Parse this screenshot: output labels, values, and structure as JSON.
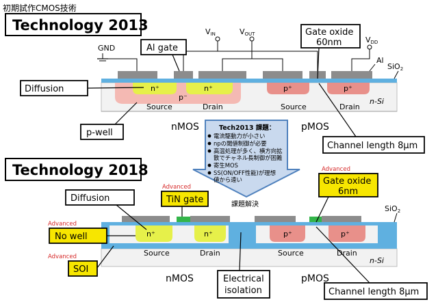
{
  "header": {
    "caption": "初期試作CMOS技術"
  },
  "tech2013": {
    "title": "Technology 2013",
    "callouts": {
      "al_gate": "Al gate",
      "gate_oxide_line1": "Gate oxide",
      "gate_oxide_line2": "60nm",
      "diffusion": "Diffusion",
      "p_well": "p-well",
      "channel_length": "Channel length 8μm"
    },
    "labels": {
      "gnd": "GND",
      "vin": "V",
      "vin_sub": "IN",
      "vout": "V",
      "vout_sub": "OUT",
      "vdd": "V",
      "vdd_sub": "DD",
      "al": "Al",
      "sio2": "SiO",
      "sio2_sub": "2",
      "n_si": "n-Si",
      "source_n": "Source",
      "drain_n": "Drain",
      "source_p": "Source",
      "drain_p": "Drain",
      "nmos": "nMOS",
      "pmos": "pMOS"
    },
    "doping": {
      "n_plus": "n⁺",
      "p_minus": "p⁻",
      "p_plus": "p⁺"
    }
  },
  "issues": {
    "title": "Tech2013 課題：",
    "bullets": [
      "電流駆動力が小さい",
      "npの閾値制御が必要",
      "高温処理が多く、横方向拡",
      "散でチャネル長制御が困難",
      "寄生MOS",
      "SS(ON/OFF性能)が理想",
      "値から遠い"
    ],
    "resolution": "課題解決"
  },
  "tech2018": {
    "title": "Technology 2018",
    "advanced": "Advanced",
    "callouts": {
      "diffusion": "Diffusion",
      "tin_gate": "TiN gate",
      "gate_oxide_line1": "Gate oxide",
      "gate_oxide_line2": "6nm",
      "no_well": "No well",
      "soi": "SOI",
      "electrical_line1": "Electrical",
      "electrical_line2": "isolation",
      "channel_length": "Channel length 8μm"
    },
    "labels": {
      "sio2": "SiO",
      "sio2_sub": "2",
      "n_si": "n-Si",
      "source_n": "Source",
      "drain_n": "Drain",
      "source_p": "Source",
      "drain_p": "Drain",
      "nmos": "nMOS",
      "pmos": "pMOS"
    },
    "doping": {
      "n_plus": "n⁺",
      "p_plus": "p⁺"
    }
  },
  "colors": {
    "silicon": "#f2f2f2",
    "oxide": "#5fb0e0",
    "metal": "#8c8c8c",
    "n_plus": "#e6f04a",
    "p_plus": "#e8908a",
    "p_well": "#f4b9b3",
    "callout_yellow": "#f7e600",
    "tin_green": "#33b54a",
    "issue_box": "#c9d9ee",
    "arrow_blue": "#4f81bd",
    "advanced_red": "#d62828"
  }
}
